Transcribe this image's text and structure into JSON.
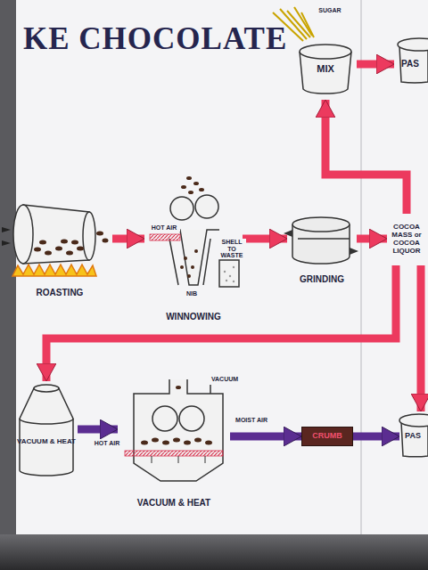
{
  "diagram": {
    "title": "KE CHOCOLATE",
    "nodes": [
      {
        "text": [
          "ROASTING"
        ]
      },
      {
        "text": [
          "WINNOWING"
        ]
      },
      {
        "text": [
          "GRINDING"
        ]
      },
      {
        "text": [
          "COCOA MASS or COCOA LIQUOR"
        ]
      },
      {
        "text": [
          "MIX"
        ]
      },
      {
        "text": [
          "PAS"
        ]
      },
      {
        "text": [
          "VACUUM & HEAT"
        ]
      },
      {
        "text": [
          "VACUUM & HEAT"
        ]
      },
      {
        "text": [
          "CRUMB"
        ]
      },
      {
        "text": [
          "PAS"
        ]
      }
    ],
    "edges": [
      {
        "from": 0,
        "to": 1,
        "arrow": "to"
      },
      {
        "from": 1,
        "to": 2,
        "arrow": "to"
      },
      {
        "from": 2,
        "to": 3,
        "arrow": "to"
      },
      {
        "from": 3,
        "to": 4,
        "arrow": "to"
      },
      {
        "from": 4,
        "to": 5,
        "arrow": "to"
      },
      {
        "from": 3,
        "to": 6,
        "arrow": "to"
      },
      {
        "from": 3,
        "to": 9,
        "arrow": "to"
      },
      {
        "from": 6,
        "to": 7,
        "arrow": "to"
      },
      {
        "from": 7,
        "to": 8,
        "arrow": "to"
      },
      {
        "from": 8,
        "to": 9,
        "arrow": "to"
      }
    ],
    "labels": [
      "SUGAR",
      "HOT AIR",
      "NIB",
      "SHELL TO WASTE",
      "VACUUM",
      "HOT AIR",
      "MOIST AIR"
    ]
  }
}
